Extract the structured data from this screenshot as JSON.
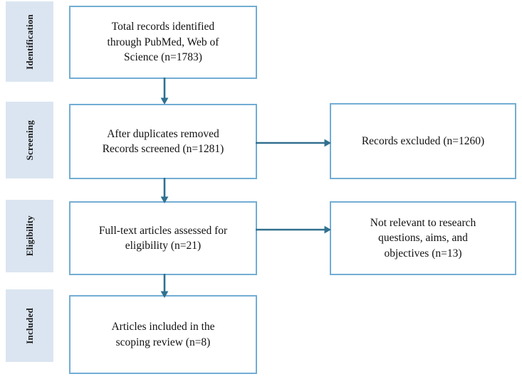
{
  "diagram": {
    "type": "prisma-flow-diagram",
    "accent_border_color": "#72add4",
    "band_fill_color": "#dbe5f1",
    "arrow_color": "#31708f",
    "text_color": "#111111"
  },
  "stages": [
    {
      "label": "Identification"
    },
    {
      "label": "Screening"
    },
    {
      "label": "Eligibility"
    },
    {
      "label": "Included"
    }
  ],
  "boxes": {
    "identification": {
      "text": "Total records identified\nthrough PubMed, Web of\nScience (n=1783)",
      "count": 1783
    },
    "screening": {
      "text": "After duplicates removed\nRecords screened (n=1281)",
      "count": 1281
    },
    "screening_excluded": {
      "text": "Records excluded (n=1260)",
      "count": 1260
    },
    "eligibility": {
      "text": "Full-text articles assessed for\neligibility (n=21)",
      "count": 21
    },
    "eligibility_excluded": {
      "text": "Not relevant to research\nquestions, aims, and\nobjectives (n=13)",
      "count": 13
    },
    "included": {
      "text": "Articles included in the\nscoping review (n=8)",
      "count": 8
    }
  },
  "connectors": [
    {
      "name": "identification-to-screening",
      "direction": "down"
    },
    {
      "name": "screening-to-excluded",
      "direction": "right"
    },
    {
      "name": "screening-to-eligibility",
      "direction": "down"
    },
    {
      "name": "eligibility-to-excluded",
      "direction": "right"
    },
    {
      "name": "eligibility-to-included",
      "direction": "down"
    }
  ]
}
